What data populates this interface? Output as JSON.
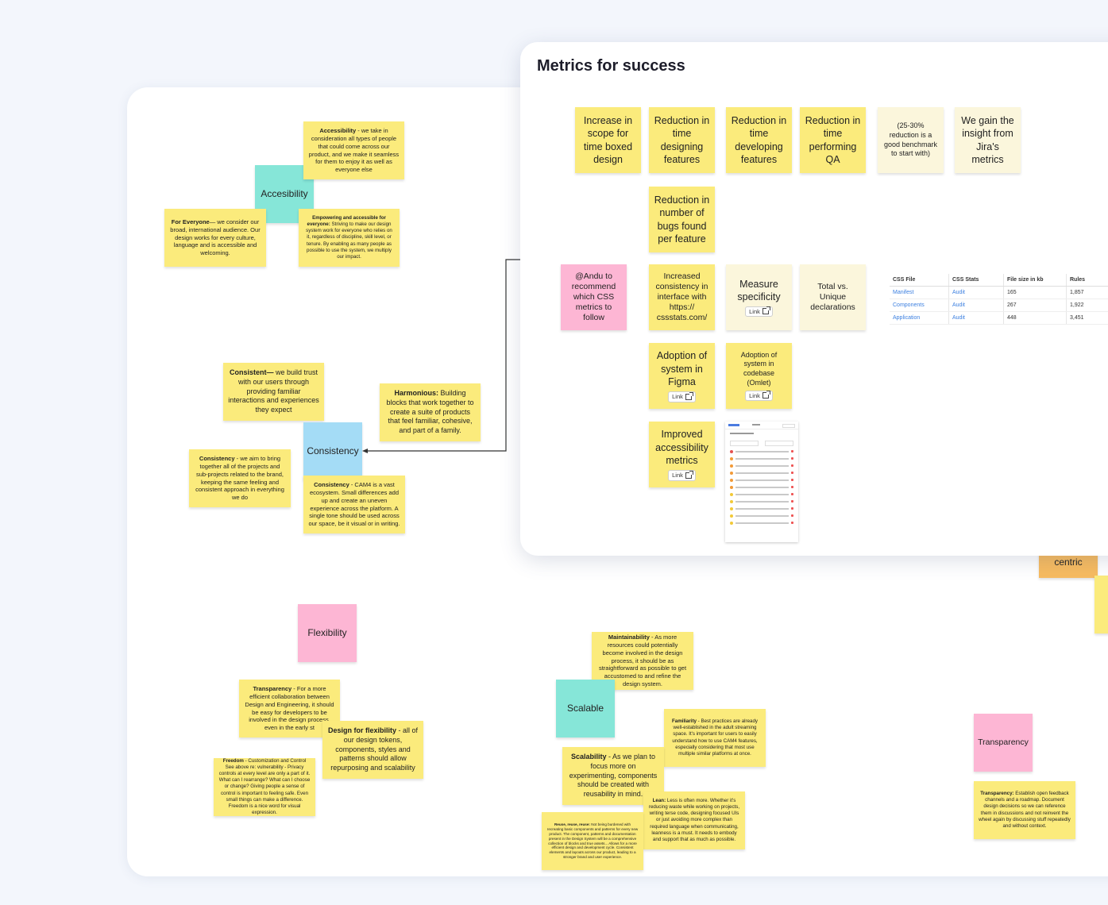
{
  "accessibility": {
    "header": "Accesibility",
    "note_a_bold": "Accessibility",
    "note_a_text": " - we take in consideration all types of people that could come across our product, and we make it seamless for them to enjoy it as well as everyone else",
    "note_b_bold": "For Everyone",
    "note_b_text": "— we consider our broad, international audience. Our design works for every culture, language and is accessible and welcoming.",
    "note_c_bold": "Empowering and accessible for everyone:",
    "note_c_text": " Striving to make our design system work for everyone who relies on it, regardless of discipline, skill level, or tenure. By enabling as many people as possible to use the system, we multiply our impact."
  },
  "consistency": {
    "header": "Consistency",
    "note_a_bold": "Consistent—",
    "note_a_text": " we build trust with our users through providing familiar interactions and experiences they expect",
    "note_b_bold": "Harmonious:",
    "note_b_text": " Building blocks that work together to create a suite of products that feel familiar, cohesive, and part of a family.",
    "note_c_bold": "Consistency",
    "note_c_text": " - we aim to bring together all of the projects and sub-projects related to the brand, keeping the same feeling and consistent approach in everything we do",
    "note_d_bold": "Consistency",
    "note_d_text": " - CAM4 is a vast ecosystem. Small differences add up and create an uneven experience across the platform. A single tone should be used across our space, be it visual or in writing."
  },
  "flexibility": {
    "header": "Flexibility",
    "note_a_bold": "Transparency",
    "note_a_text": " - For a more efficient collaboration between Design and Engineering, it should be easy for developers to be involved in the design process, even in the early st",
    "note_b_bold": "Design for flexibility",
    "note_b_text": " - all of our design tokens, components, styles and patterns should allow repurposing and scalability",
    "note_c_bold": "Freedom",
    "note_c_text": " - Customization and Control See above re: vulnerability - Privacy controls at every level are only a part of it. What can I rearrange? What can I choose or change? Giving people a sense of control is important to feeling safe. Even small things can make a difference. Freedom is a nice word for visual expression."
  },
  "scalable": {
    "header": "Scalable",
    "note_a_bold": "Maintainability",
    "note_a_text": " - As more resources could potentially become involved in the design process, it should be as straightforward as possible to get accustomed to and refine the design system.",
    "note_b_bold": "Familiarity",
    "note_b_text": " - Best practices are already well-established in the adult streaming space. It's important for users to easily understand how to use CAM4 features, especially considering that most use multiple similar platforms at once.",
    "note_c_bold": "Scalability",
    "note_c_text": " - As we plan to focus more on experimenting, components should be created with reusability in mind.",
    "note_d_bold": "Lean:",
    "note_d_text": " Less is often more. Whether it's reducing waste while working on projects, writing terse code, designing focused UIs or just avoiding more complex than required language when communicating, leanness is a must. It needs to embody and support that as much as possible.",
    "note_e_bold": "Reuse, reuse, reuse:",
    "note_e_text": " Not being burdened with recreating basic components and patterns for every new product. The component, patterns and documentation present in the Design System will be a comprehensive collection of blocks and true assets... Allows for a more efficient design and development cycle. Consistent elements and layouts across our product, leading to a stronger brand and user experience."
  },
  "transparency": {
    "header": "Transparency",
    "note_bold": "Transparency:",
    "note_text": " Establish open feedback channels and a roadmap. Document design decisions so we can reference them in discussions and not reinvent the wheel again by discussing stuff repeatedly and without context.",
    "centric": "centric"
  },
  "metrics": {
    "title": "Metrics for success",
    "row1": [
      "Increase in scope for time boxed design",
      "Reduction in time designing features",
      "Reduction in time developing features",
      "Reduction in time performing QA",
      "(25-30% reduction is a good benchmark to start with)",
      "We gain the insight from Jira's metrics"
    ],
    "bugs": "Reduction in number of bugs found per feature",
    "andu": "@Andu to recommend which CSS metrics to follow",
    "consistency_iface": "Increased consistency in interface with https:// cssstats.com/",
    "measure": "Measure specificity",
    "total": "Total vs. Unique declarations",
    "adoption_figma": "Adoption of system in Figma",
    "adoption_code": "Adoption of system in codebase (Omlet)",
    "accessibility": "Improved accessibility metrics",
    "link_label": "Link",
    "table": {
      "headers": [
        "CSS File",
        "CSS Stats",
        "File size in kb",
        "Rules"
      ],
      "rows": [
        [
          "Manifest",
          "Audit",
          "165",
          "1,857"
        ],
        [
          "Components",
          "Audit",
          "267",
          "1,922"
        ],
        [
          "Application",
          "Audit",
          "448",
          "3,451"
        ]
      ]
    }
  },
  "colors": {
    "yellow": "#fbeb7c",
    "pink": "#fdb6d4",
    "teal": "#86e6d8",
    "blue": "#a4dcf6",
    "orange": "#f7bb60",
    "cream": "#fbf6dc"
  }
}
